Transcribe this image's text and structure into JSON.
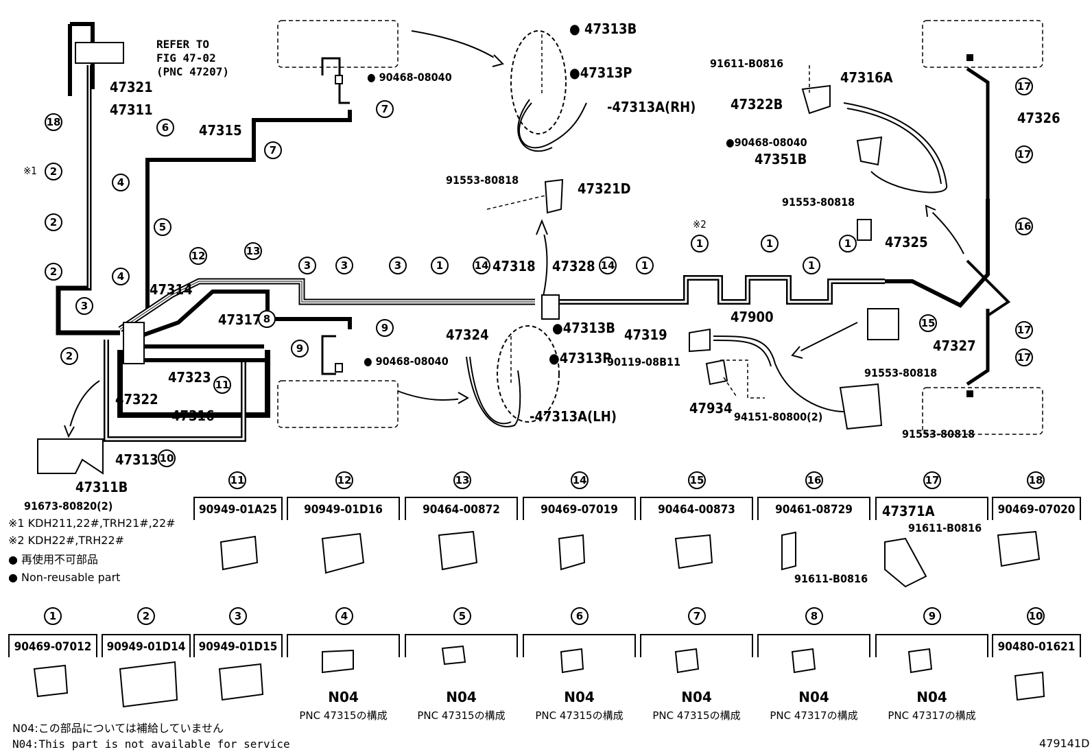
{
  "diagram_id": "479141D",
  "refer_note": [
    "REFER TO",
    "FIG 47-02",
    "(PNC 47207)"
  ],
  "part_labels": {
    "p47321": "47321",
    "p47311": "47311",
    "p47315": "47315",
    "p47314": "47314",
    "p47317": "47317",
    "p47323": "47323",
    "p47322": "47322",
    "p47316": "47316",
    "p47313": "47313",
    "p47311B": "47311B",
    "p91673": "91673-80820(2)",
    "p47318": "47318",
    "p47328": "47328",
    "p47324": "47324",
    "p47319": "47319",
    "p47313B_top": "47313B",
    "p47313P_top": "47313P",
    "p47313A_RH": "47313A(RH)",
    "p90468_top": "90468-08040",
    "p91553_321D": "91553-80818",
    "p47321D": "47321D",
    "p47313B_bot": "47313B",
    "p47313P_bot": "47313P",
    "p47313A_LH": "47313A(LH)",
    "p90468_mid": "90468-08040",
    "p91611_top": "91611-B0816",
    "p47322B": "47322B",
    "p47316A": "47316A",
    "p90468_right": "90468-08040",
    "p47351B": "47351B",
    "p91553_right": "91553-80818",
    "p47325": "47325",
    "p47326": "47326",
    "p47327": "47327",
    "p47900": "47900",
    "p90119": "90119-08B11",
    "p47934": "47934",
    "p94151": "94151-80800(2)",
    "p91553_a": "91553-80818",
    "p91553_b": "91553-80818",
    "note2_mark": "※2",
    "note1_mark": "※1"
  },
  "notes": {
    "n1": "※1 KDH211,22#,TRH21#,22#",
    "n2": "※2 KDH22#,TRH22#",
    "jp_nonreuse": "● 再使用不可部品",
    "en_nonreuse": "● Non-reusable part",
    "jp_n04": "N04:この部品については補給していません",
    "en_n04": "N04:This part is not available for service"
  },
  "legend_row1": [
    {
      "num": "11",
      "part": "90949-01A25"
    },
    {
      "num": "12",
      "part": "90949-01D16"
    },
    {
      "num": "13",
      "part": "90464-00872"
    },
    {
      "num": "14",
      "part": "90469-07019"
    },
    {
      "num": "15",
      "part": "90464-00873"
    },
    {
      "num": "16",
      "part": "90461-08729",
      "sub": "91611-B0816"
    },
    {
      "num": "17",
      "part": "47371A",
      "sub": "91611-B0816"
    },
    {
      "num": "18",
      "part": "90469-07020"
    }
  ],
  "legend_row2": [
    {
      "num": "1",
      "part": "90469-07012"
    },
    {
      "num": "2",
      "part": "90949-01D14"
    },
    {
      "num": "3",
      "part": "90949-01D15"
    },
    {
      "num": "4",
      "part": "",
      "n04": "N04",
      "cap": "PNC 47315の構成"
    },
    {
      "num": "5",
      "part": "",
      "n04": "N04",
      "cap": "PNC 47315の構成"
    },
    {
      "num": "6",
      "part": "",
      "n04": "N04",
      "cap": "PNC 47315の構成"
    },
    {
      "num": "7",
      "part": "",
      "n04": "N04",
      "cap": "PNC 47315の構成"
    },
    {
      "num": "8",
      "part": "",
      "n04": "N04",
      "cap": "PNC 47317の構成"
    },
    {
      "num": "9",
      "part": "",
      "n04": "N04",
      "cap": "PNC 47317の構成"
    },
    {
      "num": "10",
      "part": "90480-01621"
    }
  ],
  "diagram_circles": [
    "18",
    "2",
    "2",
    "2",
    "3",
    "2",
    "6",
    "4",
    "5",
    "4",
    "7",
    "7",
    "12",
    "13",
    "3",
    "3",
    "3",
    "1",
    "14",
    "14",
    "1",
    "1",
    "1",
    "1",
    "1",
    "8",
    "9",
    "9",
    "11",
    "10",
    "15",
    "17",
    "17",
    "16",
    "17",
    "17"
  ]
}
